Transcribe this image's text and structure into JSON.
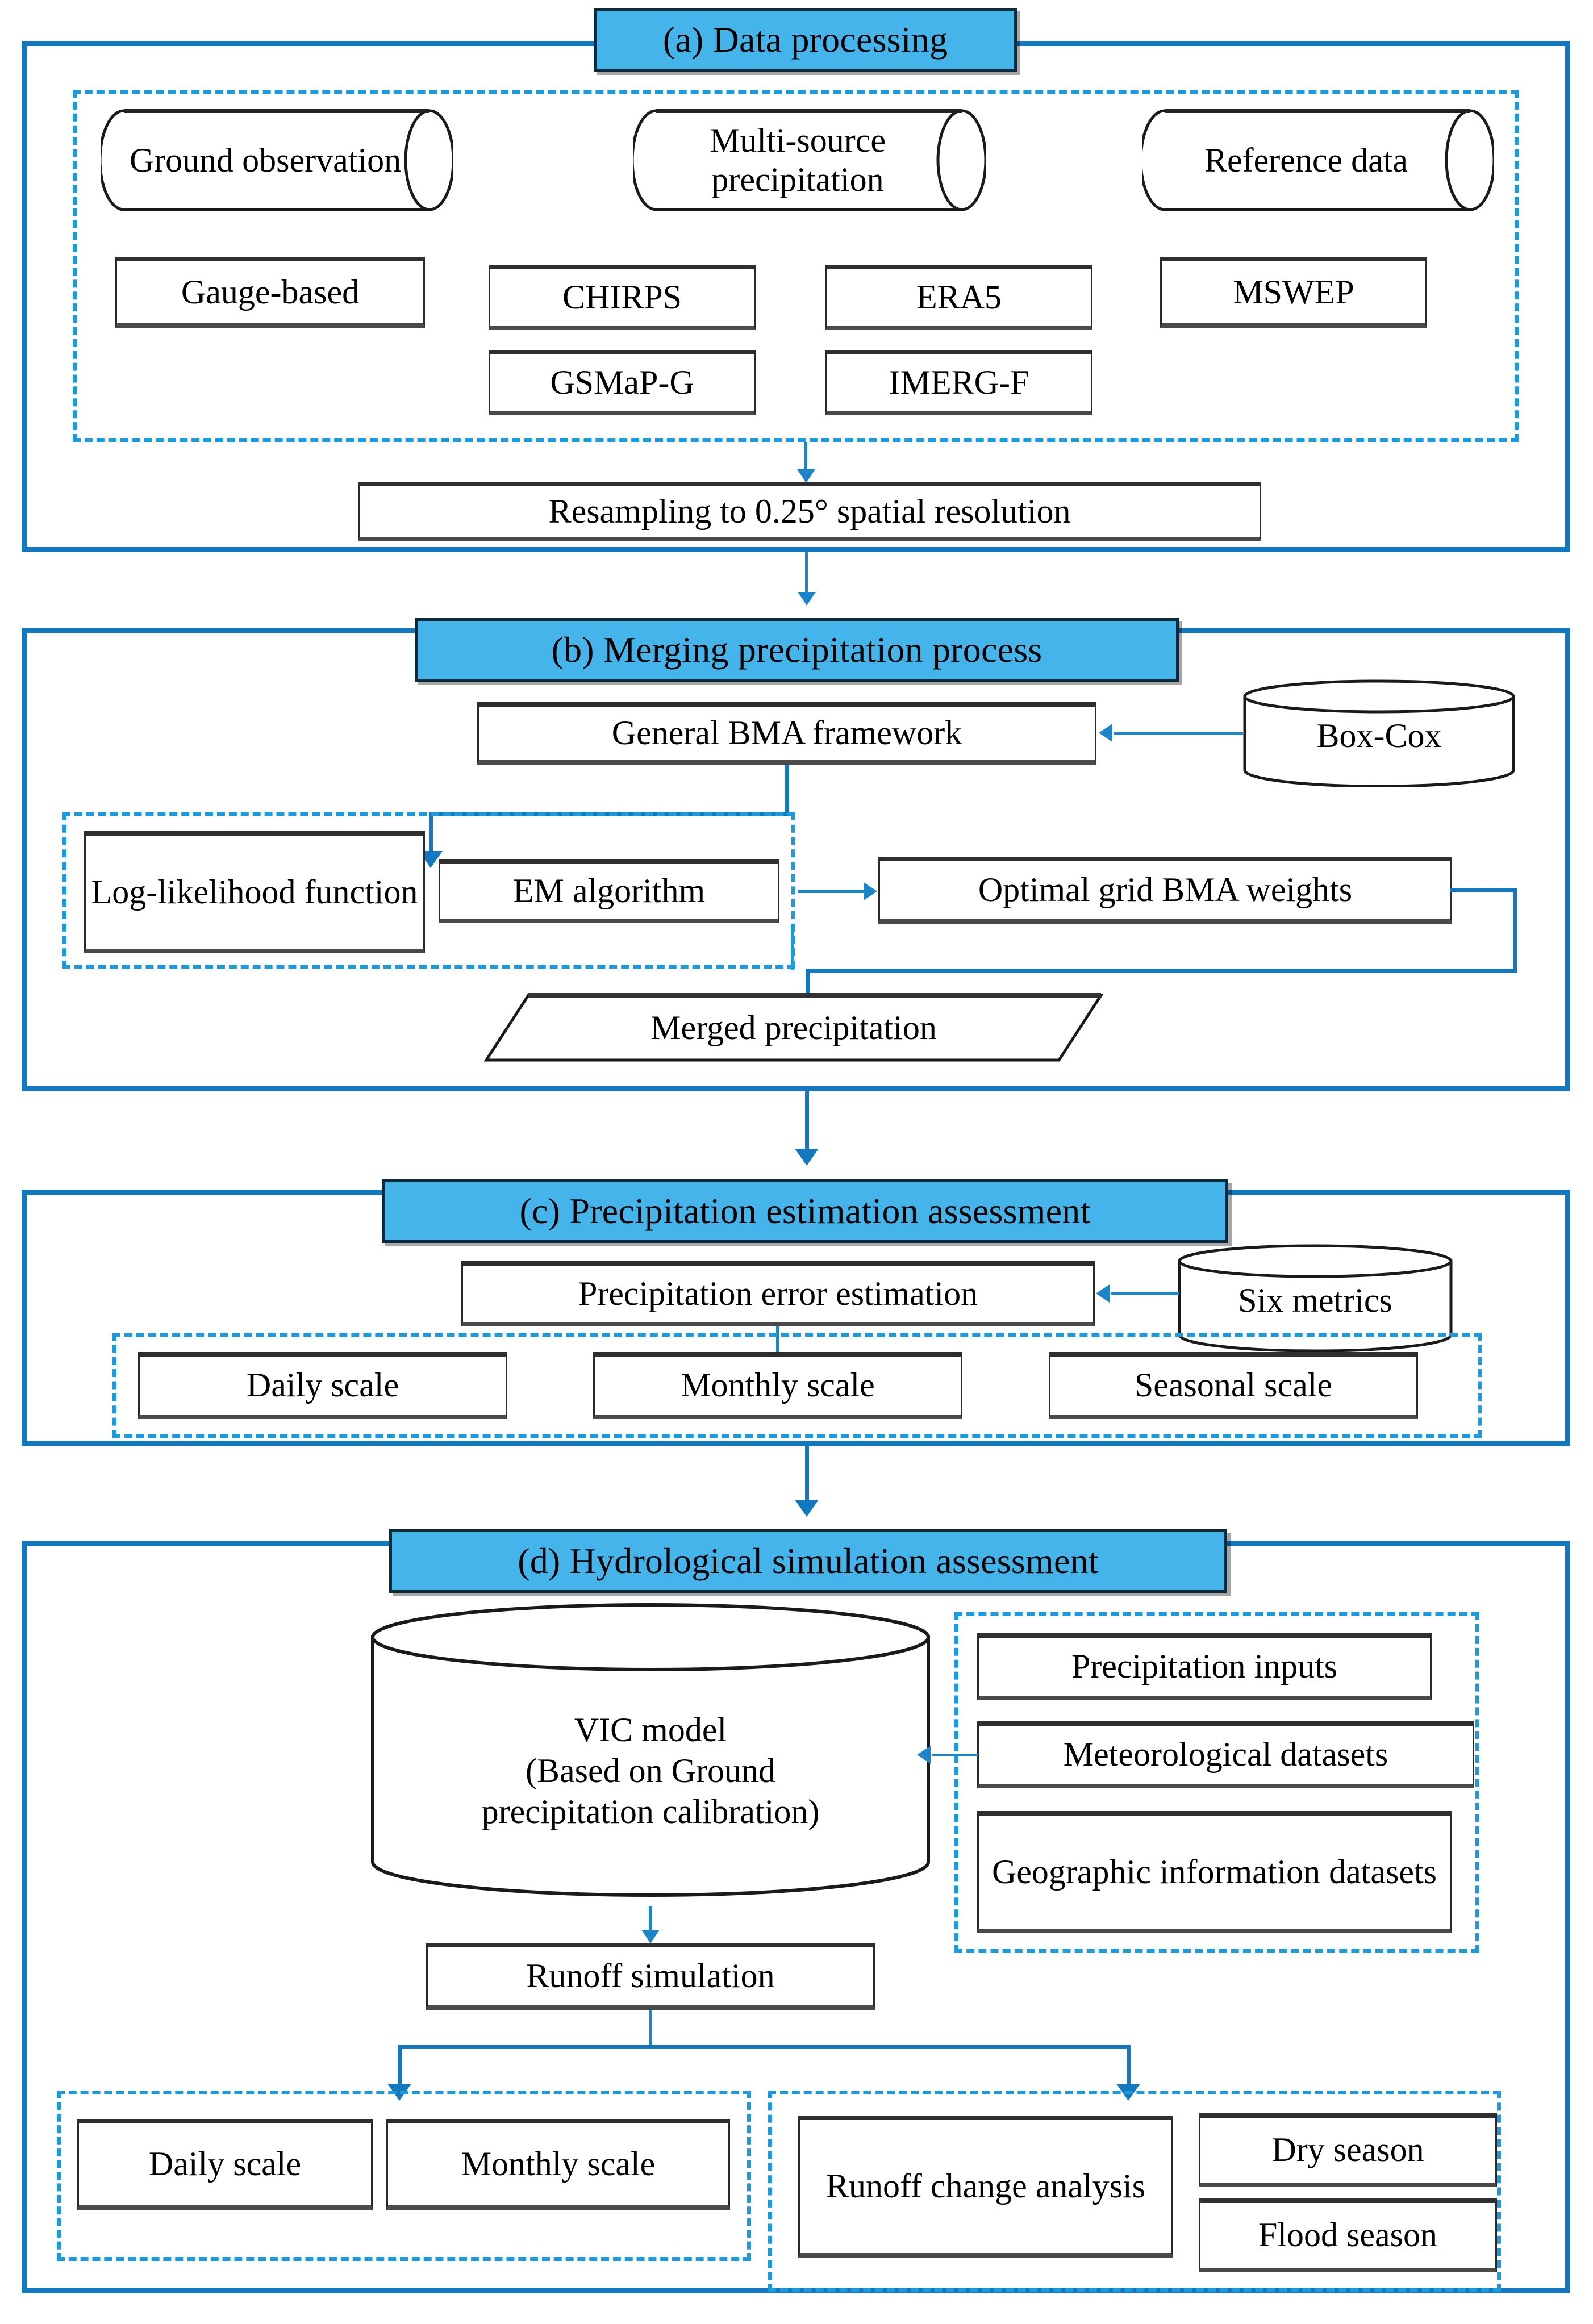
{
  "figure": {
    "type": "flowchart",
    "colors": {
      "panel_border": "#1279C0",
      "dashed_group": "#1B9AE0",
      "banner_fill": "#45B4EA",
      "banner_border": "#0B2B3C",
      "arrow": "#1279C0",
      "box_border": "#2a2a2a",
      "background": "#FFFFFF"
    }
  },
  "panel_a": {
    "banner": "(a) Data processing",
    "sources": [
      {
        "cylinder": "Ground observation"
      },
      {
        "cylinder": "Multi-source precipitation"
      },
      {
        "cylinder": "Reference data"
      }
    ],
    "datasets": {
      "gauge": "Gauge-based",
      "chirps": "CHIRPS",
      "era5": "ERA5",
      "gsmap": "GSMaP-G",
      "imerg": "IMERG-F",
      "mswep": "MSWEP"
    },
    "resampling": "Resampling to 0.25° spatial resolution"
  },
  "panel_b": {
    "banner": "(b) Merging precipitation process",
    "framework": "General BMA framework",
    "boxcox": "Box-Cox",
    "loglikelihood": "Log-likelihood function",
    "em": "EM algorithm",
    "weights": "Optimal grid BMA weights",
    "merged": "Merged precipitation"
  },
  "panel_c": {
    "banner": "(c) Precipitation estimation assessment",
    "error_estimation": "Precipitation error estimation",
    "metrics": "Six metrics",
    "scales": [
      "Daily scale",
      "Monthly scale",
      "Seasonal scale"
    ]
  },
  "panel_d": {
    "banner": "(d) Hydrological simulation assessment",
    "vic_model": "VIC model (Based on Ground precipitation calibration)",
    "vic_line1": "VIC model",
    "vic_line2": "(Based on Ground",
    "vic_line3": "precipitation calibration)",
    "inputs": [
      "Precipitation inputs",
      "Meteorological datasets",
      "Geographic information datasets"
    ],
    "runoff": "Runoff simulation",
    "scales": [
      "Daily scale",
      "Monthly scale"
    ],
    "change_analysis": "Runoff change analysis",
    "seasons": [
      "Dry season",
      "Flood season"
    ]
  }
}
